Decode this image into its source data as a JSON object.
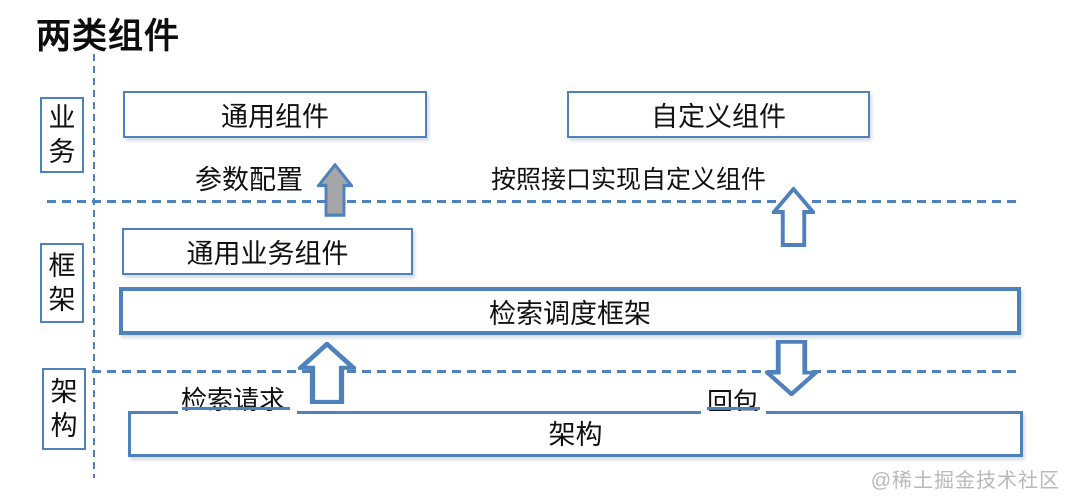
{
  "title": "两类组件",
  "row_labels": [
    {
      "id": "business",
      "label": "业务"
    },
    {
      "id": "framework",
      "label": "框架"
    },
    {
      "id": "architecture",
      "label": "架构"
    }
  ],
  "boxes": {
    "generic_component": "通用组件",
    "custom_component": "自定义组件",
    "generic_business_component": "通用业务组件",
    "retrieval_scheduling_framework": "检索调度框架",
    "architecture": "架构"
  },
  "captions": {
    "parameter_config": "参数配置",
    "implement_custom_via_interface": "按照接口实现自定义组件",
    "retrieval_request": "检索请求",
    "reply_packet": "回包"
  },
  "icons": {
    "up_arrow_gray": "up-arrow",
    "up_arrow_custom": "up-arrow",
    "up_arrow_request": "up-arrow",
    "down_arrow_reply": "down-arrow"
  },
  "watermark": "@稀土掘金技术社区",
  "colors": {
    "line-blue": "#4f81bd",
    "arrow-gray": "#a6a6a6",
    "text-black": "#111111",
    "watermark-gray": "#b9b9b9"
  }
}
